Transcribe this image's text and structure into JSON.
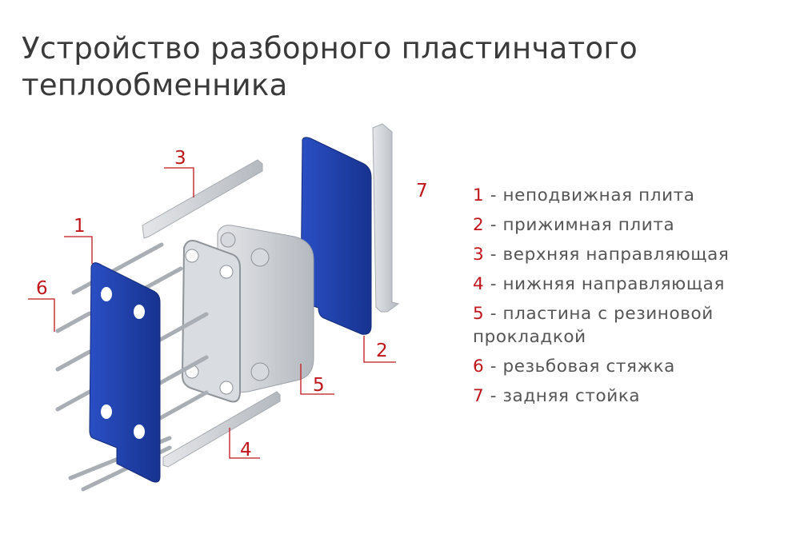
{
  "title": {
    "line1": "Устройство разборного пластинчатого",
    "line2": "теплообменника"
  },
  "callouts": [
    "1",
    "2",
    "3",
    "4",
    "5",
    "6",
    "7"
  ],
  "legend": [
    {
      "num": "1",
      "text": "- неподвижная плита"
    },
    {
      "num": "2",
      "text": "- прижимная плита"
    },
    {
      "num": "3",
      "text": "- верхняя направляющая"
    },
    {
      "num": "4",
      "text": "- нижняя направляющая"
    },
    {
      "num": "5",
      "text": "- пластина с резиновой",
      "cont": "прокладкой"
    },
    {
      "num": "6",
      "text": "- резьбовая стяжка"
    },
    {
      "num": "7",
      "text": "- задняя стойка"
    }
  ],
  "colors": {
    "plate_blue": "#1f3fa8",
    "accent_red": "#c0161b",
    "steel": "#c9cdd2",
    "text": "#555555"
  }
}
